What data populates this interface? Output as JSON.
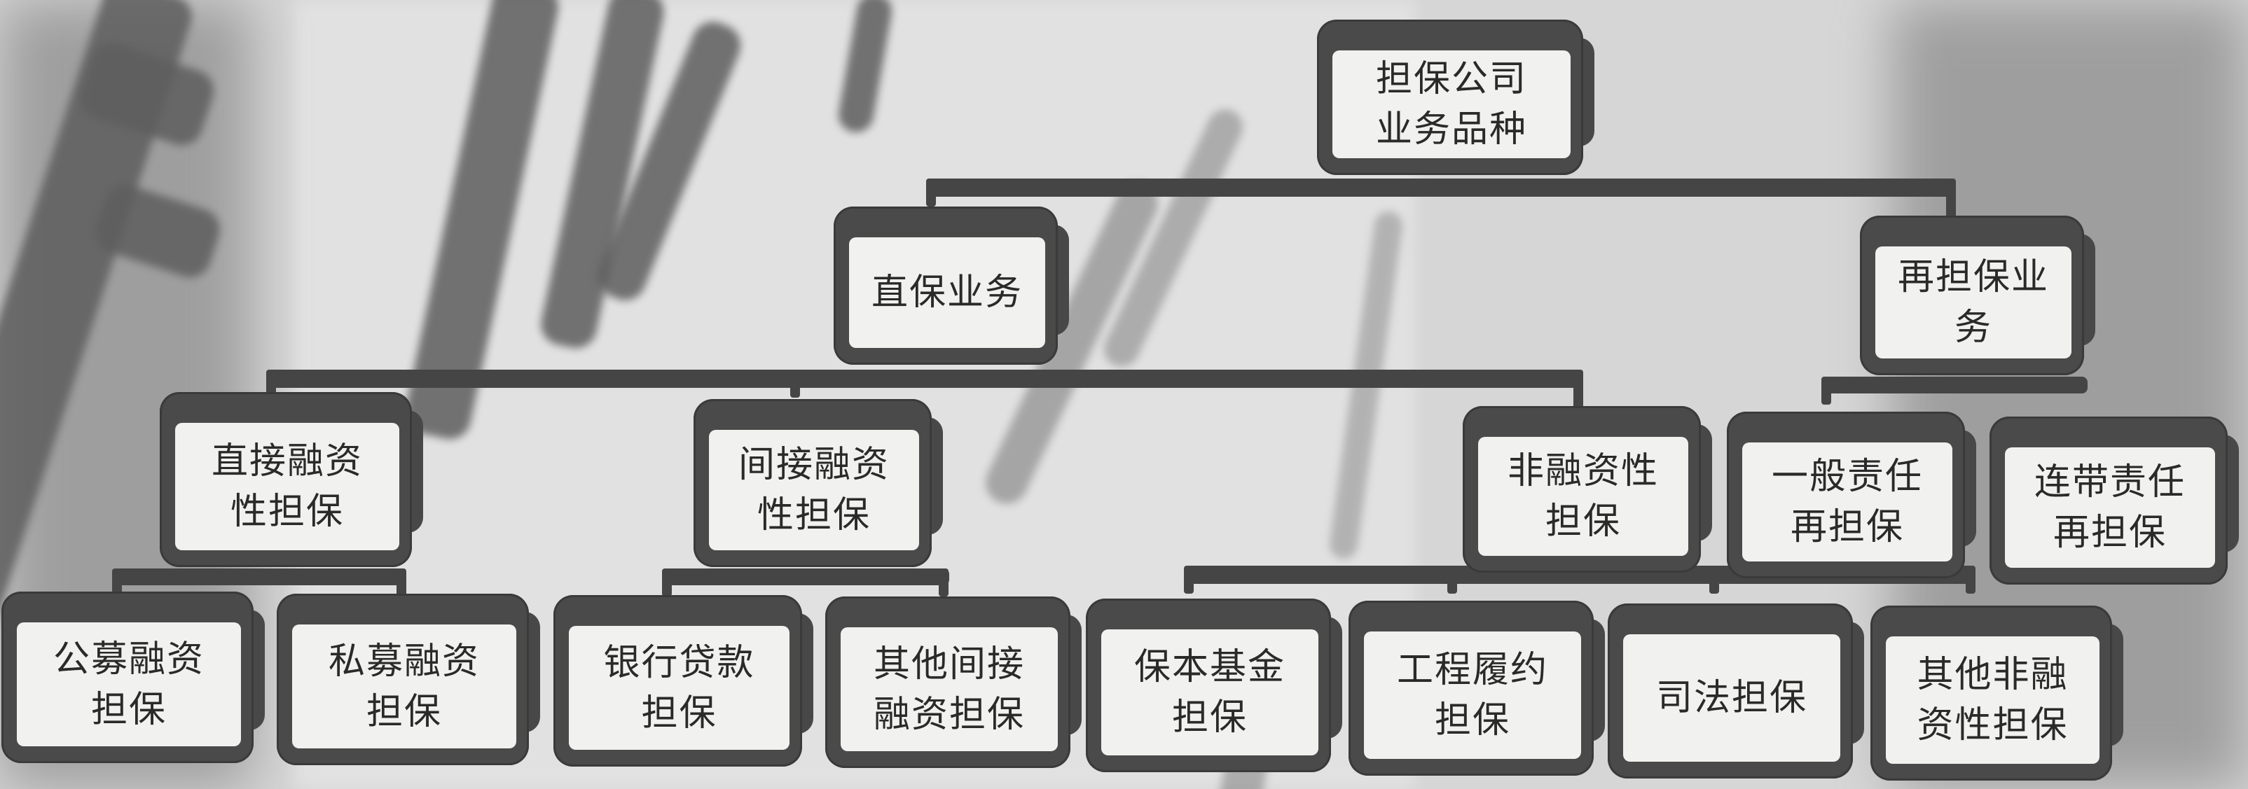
{
  "diagram": {
    "type": "org-chart",
    "root": {
      "label": "担保公司\n业务品种",
      "children": [
        "direct",
        "reguarantee"
      ]
    },
    "level1": {
      "direct": {
        "label": "直保业务"
      },
      "reguarantee": {
        "label": "再担保业\n务"
      }
    },
    "level2": {
      "direct_financing": {
        "label": "直接融资\n性担保",
        "parent": "直保业务"
      },
      "indirect_financing": {
        "label": "间接融资\n性担保",
        "parent": "直保业务"
      },
      "non_financing": {
        "label": "非融资性\n担保",
        "parent": "直保业务"
      },
      "general_liability": {
        "label": "一般责任\n再担保",
        "parent": "再担保业务"
      },
      "joint_liability": {
        "label": "连带责任\n再担保",
        "parent": "再担保业务"
      }
    },
    "level3": {
      "public_offering": {
        "label": "公募融资\n担保",
        "parent": "直接融资性担保"
      },
      "private_offering": {
        "label": "私募融资\n担保",
        "parent": "直接融资性担保"
      },
      "bank_loan": {
        "label": "银行贷款\n担保",
        "parent": "间接融资性担保"
      },
      "other_indirect": {
        "label": "其他间接\n融资担保",
        "parent": "间接融资性担保"
      },
      "capital_fund": {
        "label": "保本基金\n担保",
        "parent": "非融资性担保"
      },
      "engineering": {
        "label": "工程履约\n担保",
        "parent": "非融资性担保"
      },
      "judicial": {
        "label": "司法担保",
        "parent": "非融资性担保"
      },
      "other_non_financing": {
        "label": "其他非融\n资性担保",
        "parent": "非融资性担保"
      }
    }
  },
  "colors": {
    "node_frame": "#4a4a4a",
    "node_fill": "#f1f1ef",
    "connector": "#454545",
    "text": "#2a2a2a",
    "background": "#d6d6d6"
  }
}
